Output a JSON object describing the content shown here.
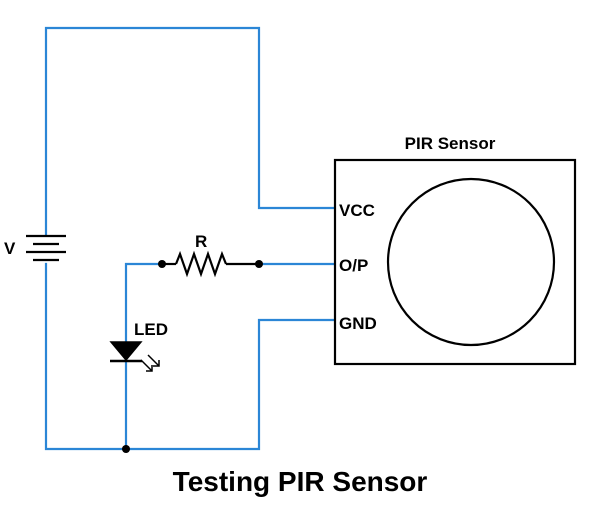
{
  "diagram": {
    "caption": "Testing PIR Sensor",
    "sensor": {
      "title": "PIR Sensor",
      "pins": {
        "vcc": "VCC",
        "op": "O/P",
        "gnd": "GND"
      }
    },
    "components": {
      "battery_label": "V",
      "resistor_label": "R",
      "led_label": "LED"
    },
    "colors": {
      "wire": "#2b86d6",
      "component": "#000000"
    }
  }
}
